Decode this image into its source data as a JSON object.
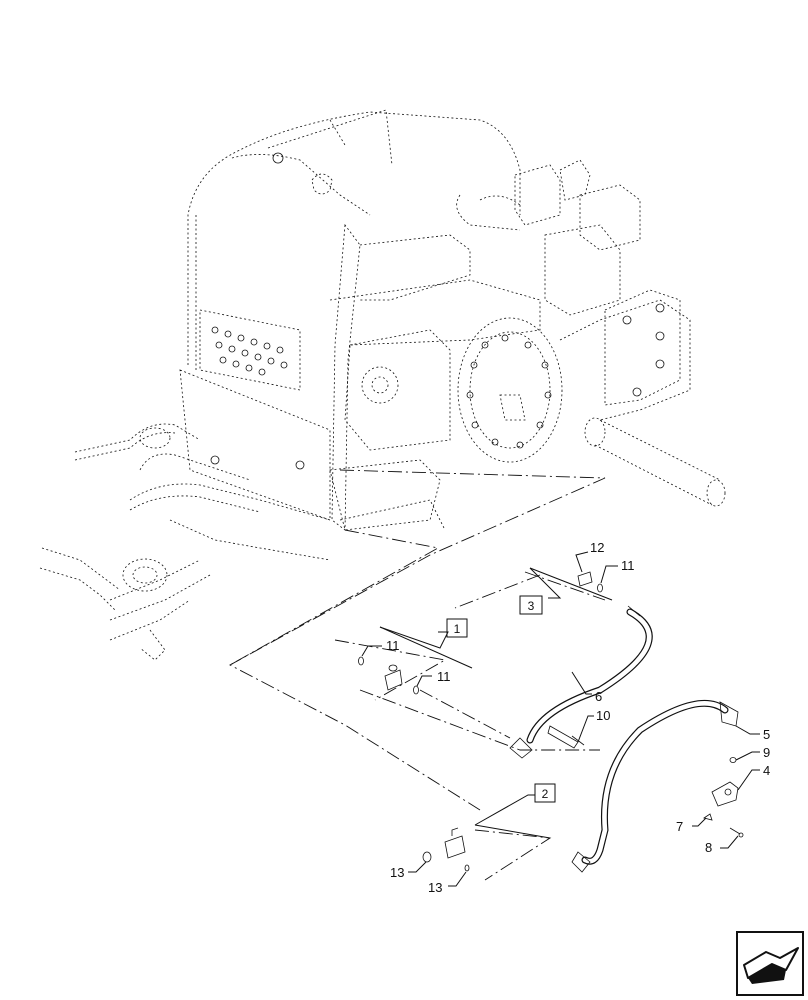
{
  "diagram": {
    "callouts": {
      "c1": "1",
      "c2": "2",
      "c3": "3",
      "c4": "4",
      "c5": "5",
      "c6": "6",
      "c7": "7",
      "c8": "8",
      "c9": "9",
      "c10": "10",
      "c11a": "11",
      "c11b": "11",
      "c11c": "11",
      "c12": "12",
      "c13a": "13",
      "c13b": "13"
    },
    "nav_icon": "next-page-arrow-icon"
  }
}
